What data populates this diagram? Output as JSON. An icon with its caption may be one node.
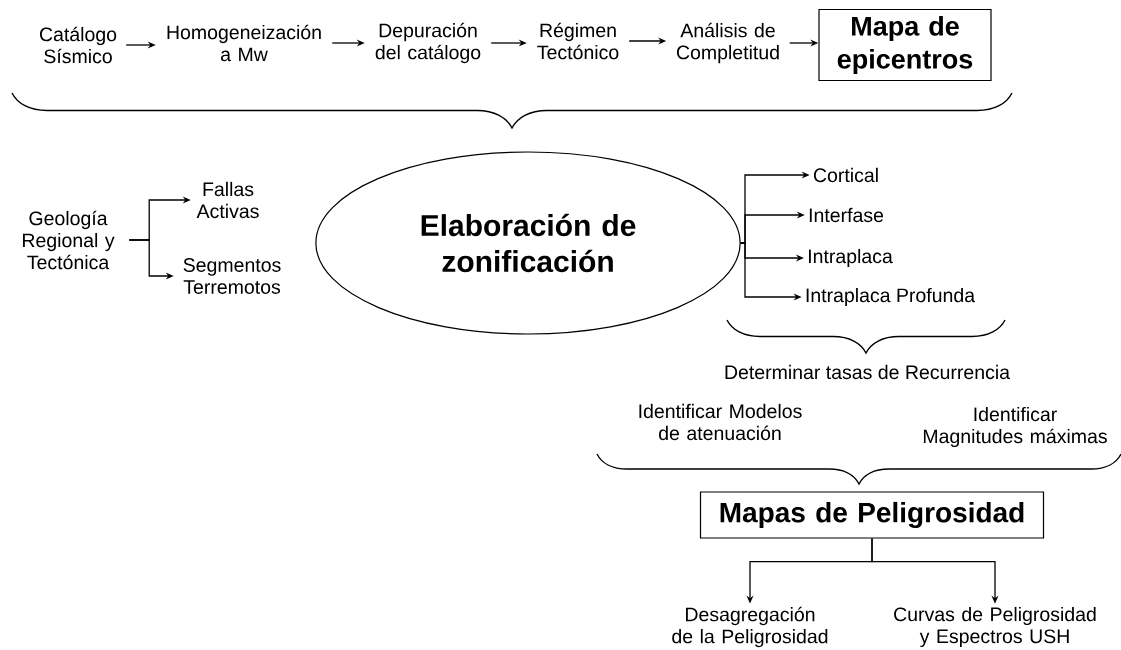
{
  "diagram": {
    "nodes": [
      {
        "text": [
          "Catálogo Sísmico"
        ]
      },
      {
        "text": [
          "Homogeneización a Mw"
        ]
      },
      {
        "text": [
          "Depuración del catálogo"
        ]
      },
      {
        "text": [
          "Régimen Tectónico"
        ]
      },
      {
        "text": [
          "Análisis de Completitud"
        ]
      },
      {
        "text": [
          "Mapa de epicentros"
        ]
      },
      {
        "text": [
          "Geología Regional y Tectónica"
        ]
      },
      {
        "text": [
          "Fallas Activas"
        ]
      },
      {
        "text": [
          "Segmentos Terremotos"
        ]
      },
      {
        "text": [
          "Elaboración de zonificación"
        ]
      },
      {
        "text": [
          "Cortical"
        ]
      },
      {
        "text": [
          "Interfase"
        ]
      },
      {
        "text": [
          "Intraplaca"
        ]
      },
      {
        "text": [
          "Intraplaca Profunda"
        ]
      },
      {
        "text": [
          "Determinar tasas de Recurrencia"
        ]
      },
      {
        "text": [
          "Identificar Modelos de atenuación"
        ]
      },
      {
        "text": [
          "Identificar Magnitudes máximas"
        ]
      },
      {
        "text": [
          "Mapas de Peligrosidad"
        ]
      },
      {
        "text": [
          "Desagregación de la Peligrosidad"
        ]
      },
      {
        "text": [
          "Curvas de Peligrosidad y Espectros USH"
        ]
      }
    ],
    "edges": [
      {
        "from": 0,
        "to": 1,
        "arrow": "to"
      },
      {
        "from": 1,
        "to": 2,
        "arrow": "to"
      },
      {
        "from": 2,
        "to": 3,
        "arrow": "to"
      },
      {
        "from": 3,
        "to": 4,
        "arrow": "to"
      },
      {
        "from": 4,
        "to": 5,
        "arrow": "to"
      },
      {
        "from": 6,
        "to": 7,
        "arrow": "to"
      },
      {
        "from": 6,
        "to": 8,
        "arrow": "to"
      },
      {
        "from": 9,
        "to": 10,
        "arrow": "to"
      },
      {
        "from": 9,
        "to": 11,
        "arrow": "to"
      },
      {
        "from": 9,
        "to": 12,
        "arrow": "to"
      },
      {
        "from": 9,
        "to": 13,
        "arrow": "to"
      },
      {
        "from": 17,
        "to": 18,
        "arrow": "to"
      },
      {
        "from": 17,
        "to": 19,
        "arrow": "to"
      }
    ]
  }
}
